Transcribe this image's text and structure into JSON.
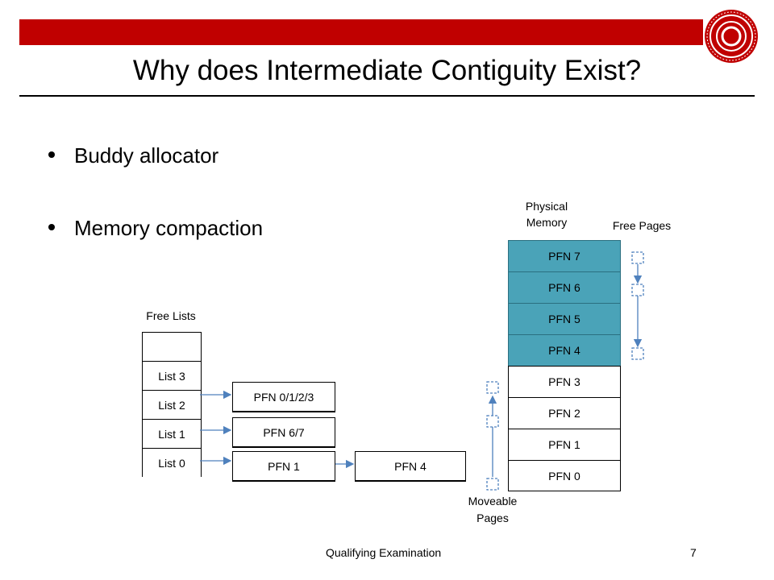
{
  "slide": {
    "title": "Why does Intermediate Contiguity Exist?",
    "bullets": [
      "Buddy allocator",
      "Memory compaction"
    ],
    "footer": "Qualifying Examination",
    "page_number": "7",
    "accent_color": "#c00000"
  },
  "diagram": {
    "free_lists_label": "Free Lists",
    "free_lists": [
      "",
      "List 3",
      "List 2",
      "List 1",
      "List 0"
    ],
    "chunks": {
      "list2": [
        "PFN 0/1/2/3"
      ],
      "list1": [
        "PFN 6/7"
      ],
      "list0": [
        "PFN 1",
        "PFN 4"
      ]
    },
    "physical_memory_label": "Physical Memory",
    "free_pages_label": "Free Pages",
    "moveable_pages_label": "Moveable Pages",
    "physical_memory": [
      "PFN 7",
      "PFN 6",
      "PFN 5",
      "PFN 4",
      "PFN 3",
      "PFN 2",
      "PFN 1",
      "PFN 0"
    ],
    "highlight_color": "#4aa3b8"
  }
}
